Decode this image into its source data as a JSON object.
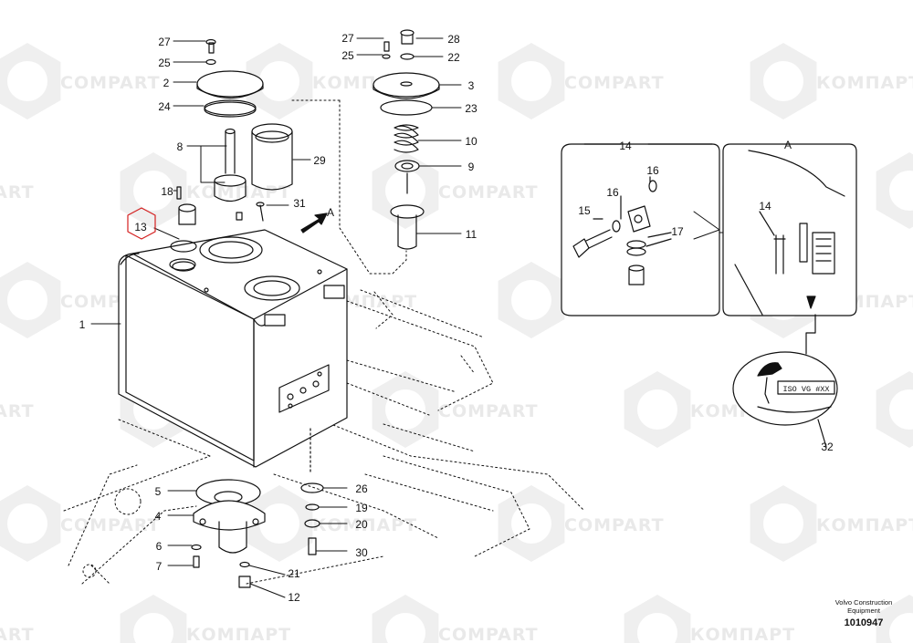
{
  "watermark": {
    "latin": "COMPART",
    "cyrillic": "КОМПАРТ"
  },
  "callouts": [
    {
      "id": "c27a",
      "label": "27"
    },
    {
      "id": "c25a",
      "label": "25"
    },
    {
      "id": "c2",
      "label": "2"
    },
    {
      "id": "c24",
      "label": "24"
    },
    {
      "id": "c8",
      "label": "8"
    },
    {
      "id": "c18",
      "label": "18"
    },
    {
      "id": "c13",
      "label": "13"
    },
    {
      "id": "c1",
      "label": "1"
    },
    {
      "id": "c29",
      "label": "29"
    },
    {
      "id": "c31",
      "label": "31"
    },
    {
      "id": "cA_arrow",
      "label": "A"
    },
    {
      "id": "c27b",
      "label": "27"
    },
    {
      "id": "c28",
      "label": "28"
    },
    {
      "id": "c25b",
      "label": "25"
    },
    {
      "id": "c22",
      "label": "22"
    },
    {
      "id": "c3",
      "label": "3"
    },
    {
      "id": "c23",
      "label": "23"
    },
    {
      "id": "c10",
      "label": "10"
    },
    {
      "id": "c9",
      "label": "9"
    },
    {
      "id": "c11",
      "label": "11"
    },
    {
      "id": "c5",
      "label": "5"
    },
    {
      "id": "c4",
      "label": "4"
    },
    {
      "id": "c6",
      "label": "6"
    },
    {
      "id": "c7",
      "label": "7"
    },
    {
      "id": "c26",
      "label": "26"
    },
    {
      "id": "c19",
      "label": "19"
    },
    {
      "id": "c20",
      "label": "20"
    },
    {
      "id": "c30",
      "label": "30"
    },
    {
      "id": "c21",
      "label": "21"
    },
    {
      "id": "c12",
      "label": "12"
    },
    {
      "id": "c14_box",
      "label": "14"
    },
    {
      "id": "c16a",
      "label": "16"
    },
    {
      "id": "c16b",
      "label": "16"
    },
    {
      "id": "c15",
      "label": "15"
    },
    {
      "id": "c17",
      "label": "17"
    },
    {
      "id": "cA_view",
      "label": "A"
    },
    {
      "id": "c14_view",
      "label": "14"
    },
    {
      "id": "c32",
      "label": "32"
    }
  ],
  "decal_text": "ISO VG #XX",
  "credit": {
    "company": "Volvo Construction Equipment",
    "drawing_number": "1010947"
  }
}
